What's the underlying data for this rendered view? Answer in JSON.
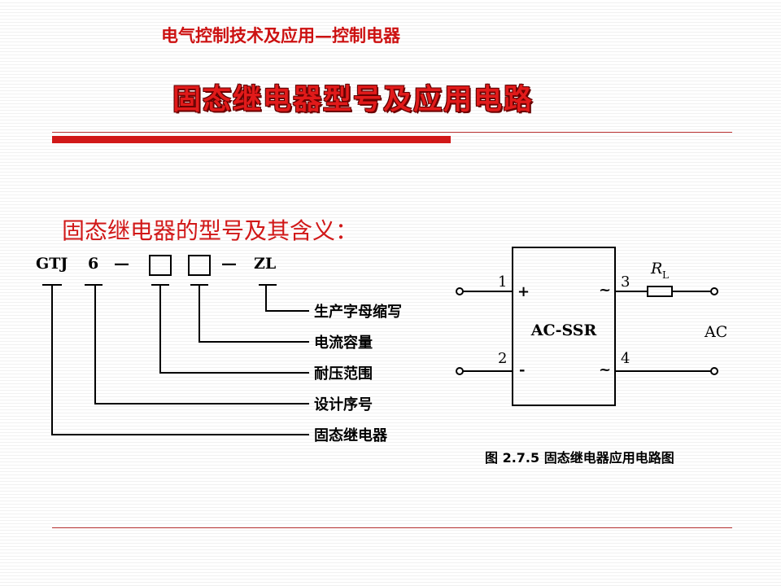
{
  "header": {
    "course_title": "电气控制技术及应用—控制电器",
    "slide_title": "固态继电器型号及应用电路"
  },
  "model_section": {
    "heading": "固态继电器的型号及其含义：",
    "model_parts": {
      "prefix": "GTJ",
      "number": "6",
      "dash1": "—",
      "dash2": "—",
      "suffix": "ZL"
    },
    "meanings": [
      "生产字母缩写",
      "电流容量",
      "耐压范围",
      "设计序号",
      "固态继电器"
    ]
  },
  "circuit": {
    "device_label": "AC-SSR",
    "pin1": "1",
    "pin2": "2",
    "pin3": "3",
    "pin4": "4",
    "plus": "+",
    "minus": "-",
    "tilde_top": "~",
    "tilde_bottom": "~",
    "load_label_main": "R",
    "load_label_sub": "L",
    "source_label": "AC",
    "caption": "图 2.7.5   固态继电器应用电路图"
  },
  "colors": {
    "accent_red": "#d11818",
    "title_red": "#e11a1a",
    "line_black": "#000000"
  }
}
